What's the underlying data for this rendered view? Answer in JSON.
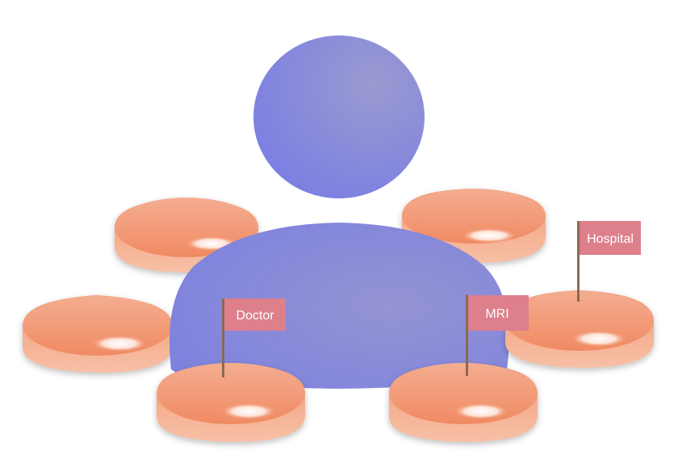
{
  "diagram": {
    "colors": {
      "person_light": "#9aa0d8",
      "person_dark": "#7d7fe0",
      "pad_light": "#f6b497",
      "pad_dark": "#ef8a62",
      "pad_highlight": "#fff3ee",
      "flag_fill": "#de7f8c",
      "flag_pole": "#8a6a50",
      "flag_text": "#ffffff"
    },
    "flags": {
      "doctor": "Doctor",
      "mri": "MRI",
      "hospital": "Hospital"
    }
  }
}
